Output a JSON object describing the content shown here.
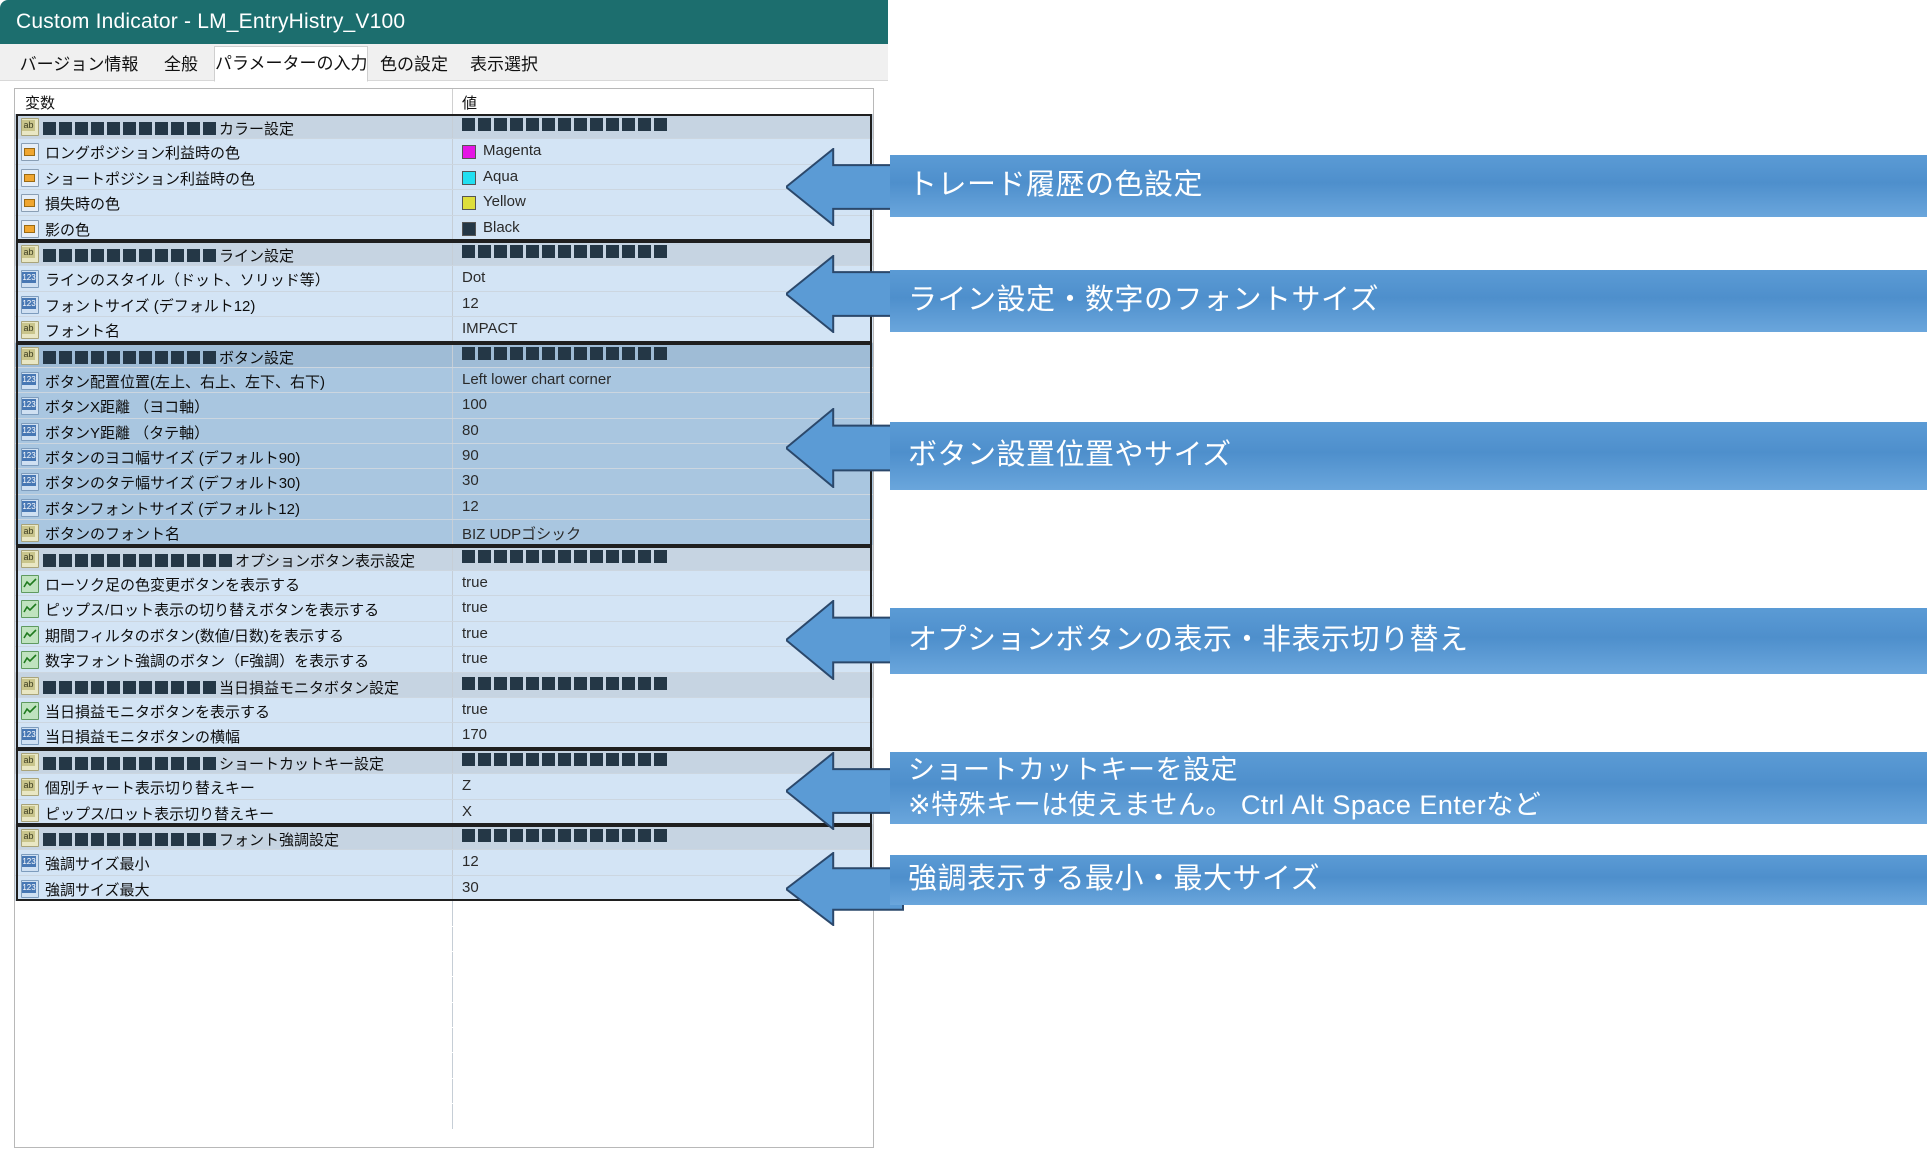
{
  "window": {
    "title": "Custom Indicator - LM_EntryHistry_V100",
    "titlebar_color": "#1c6e6e"
  },
  "tabs": [
    {
      "label": "バージョン情報",
      "active": false
    },
    {
      "label": "全般",
      "active": false
    },
    {
      "label": "パラメーターの入力",
      "active": true
    },
    {
      "label": "色の設定",
      "active": false
    },
    {
      "label": "表示選択",
      "active": false
    }
  ],
  "table": {
    "columns": [
      "変数",
      "値"
    ],
    "rows": [
      {
        "icon": "ab-icon",
        "blocks": 11,
        "name": "カラー設定",
        "value_blocks": 13,
        "value": "",
        "style": "group"
      },
      {
        "icon": "color-icon",
        "name": "ロングポジション利益時の色",
        "value": "Magenta",
        "swatch": "#e414e4",
        "style": "normal"
      },
      {
        "icon": "color-icon",
        "name": "ショートポジション利益時の色",
        "value": "Aqua",
        "swatch": "#22dff0",
        "style": "normal"
      },
      {
        "icon": "color-icon",
        "name": "損失時の色",
        "value": "Yellow",
        "swatch": "#dede3c",
        "style": "normal"
      },
      {
        "icon": "color-icon",
        "name": "影の色",
        "value": "Black",
        "swatch": "#243746",
        "style": "normal"
      },
      {
        "icon": "ab-icon",
        "blocks": 11,
        "name": "ライン設定",
        "value_blocks": 13,
        "value": "",
        "style": "group"
      },
      {
        "icon": "num-icon",
        "name": "ラインのスタイル（ドット、ソリッド等）",
        "value": "Dot",
        "style": "normal"
      },
      {
        "icon": "num-icon",
        "name": "フォントサイズ (デフォルト12)",
        "value": "12",
        "style": "normal"
      },
      {
        "icon": "ab-icon",
        "name": "フォント名",
        "value": "IMPACT",
        "style": "normal"
      },
      {
        "icon": "ab-icon",
        "blocks": 11,
        "name": "ボタン設定",
        "value_blocks": 13,
        "value": "",
        "style": "selgroup"
      },
      {
        "icon": "num-icon",
        "name": "ボタン配置位置(左上、右上、左下、右下)",
        "value": "Left lower chart corner",
        "style": "sel"
      },
      {
        "icon": "num-icon",
        "name": "ボタンX距離 （ヨコ軸）",
        "value": "100",
        "style": "sel"
      },
      {
        "icon": "num-icon",
        "name": "ボタンY距離 （タテ軸）",
        "value": "80",
        "style": "sel"
      },
      {
        "icon": "num-icon",
        "name": "ボタンのヨコ幅サイズ (デフォルト90)",
        "value": "90",
        "style": "sel"
      },
      {
        "icon": "num-icon",
        "name": "ボタンのタテ幅サイズ (デフォルト30)",
        "value": "30",
        "style": "sel"
      },
      {
        "icon": "num-icon",
        "name": "ボタンフォントサイズ (デフォルト12)",
        "value": "12",
        "style": "sel"
      },
      {
        "icon": "ab-icon",
        "name": "ボタンのフォント名",
        "value": "BIZ UDPゴシック",
        "style": "sel"
      },
      {
        "icon": "ab-icon",
        "blocks": 12,
        "name": "オプションボタン表示設定",
        "value_blocks": 13,
        "value": "",
        "style": "group"
      },
      {
        "icon": "chart-icon",
        "name": "ローソク足の色変更ボタンを表示する",
        "value": "true",
        "style": "normal"
      },
      {
        "icon": "chart-icon",
        "name": "ピップス/ロット表示の切り替えボタンを表示する",
        "value": "true",
        "style": "normal"
      },
      {
        "icon": "chart-icon",
        "name": "期間フィルタのボタン(数値/日数)を表示する",
        "value": "true",
        "style": "normal"
      },
      {
        "icon": "chart-icon",
        "name": "数字フォント強調のボタン（F強調）を表示する",
        "value": "true",
        "style": "normal"
      },
      {
        "icon": "ab-icon",
        "blocks": 11,
        "name": "当日損益モニタボタン設定",
        "value_blocks": 13,
        "value": "",
        "style": "group"
      },
      {
        "icon": "chart-icon",
        "name": "当日損益モニタボタンを表示する",
        "value": "true",
        "style": "normal"
      },
      {
        "icon": "num-icon",
        "name": "当日損益モニタボタンの横幅",
        "value": "170",
        "style": "normal"
      },
      {
        "icon": "ab-icon",
        "blocks": 11,
        "name": "ショートカットキー設定",
        "value_blocks": 13,
        "value": "",
        "style": "group"
      },
      {
        "icon": "ab-icon",
        "name": "個別チャート表示切り替えキー",
        "value": "Z",
        "style": "normal"
      },
      {
        "icon": "ab-icon",
        "name": "ピップス/ロット表示切り替えキー",
        "value": "X",
        "style": "normal"
      },
      {
        "icon": "ab-icon",
        "blocks": 11,
        "name": "フォント強調設定",
        "value_blocks": 13,
        "value": "",
        "style": "group"
      },
      {
        "icon": "num-icon",
        "name": "強調サイズ最小",
        "value": "12",
        "style": "normal"
      },
      {
        "icon": "num-icon",
        "name": "強調サイズ最大",
        "value": "30",
        "style": "normal"
      }
    ]
  },
  "callouts": [
    {
      "text": "トレード履歴の色設定",
      "color": "#5b9bd5"
    },
    {
      "text": "ライン設定・数字のフォントサイズ",
      "color": "#5b9bd5"
    },
    {
      "text": "ボタン設置位置やサイズ",
      "color": "#5b9bd5"
    },
    {
      "text": "オプションボタンの表示・非表示切り替え",
      "color": "#5b9bd5"
    },
    {
      "text": "ショートカットキーを設定\n※特殊キーは使えません。 Ctrl Alt Space Enterなど",
      "color": "#5b9bd5"
    },
    {
      "text": "強調表示する最小・最大サイズ",
      "color": "#5b9bd5"
    }
  ]
}
